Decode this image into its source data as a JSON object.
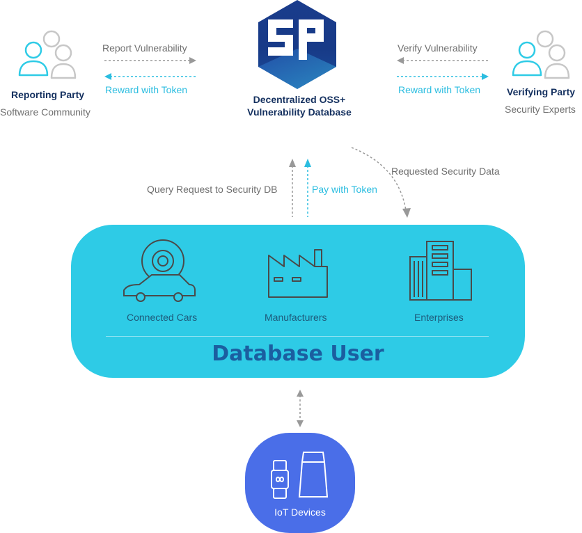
{
  "reporting": {
    "title": "Reporting Party",
    "subtitle": "Software Community",
    "arrow_top": "Report Vulnerability",
    "arrow_bottom": "Reward with Token"
  },
  "verifying": {
    "title": "Verifying Party",
    "subtitle": "Security Experts",
    "arrow_top": "Verify Vulnerability",
    "arrow_bottom": "Reward with Token"
  },
  "center": {
    "logo_name": "SP",
    "title_line1": "Decentralized OSS+",
    "title_line2": "Vulnerability Database"
  },
  "flows": {
    "query": "Query Request to Security DB",
    "pay": "Pay with Token",
    "requested": "Requested Security Data"
  },
  "database_user": {
    "title": "Database User",
    "items": [
      {
        "label": "Connected Cars",
        "icon": "connected-car-icon"
      },
      {
        "label": "Manufacturers",
        "icon": "factory-icon"
      },
      {
        "label": "Enterprises",
        "icon": "enterprise-building-icon"
      }
    ]
  },
  "iot": {
    "label": "IoT Devices",
    "icons": [
      "smartwatch-icon",
      "smart-speaker-icon"
    ]
  },
  "colors": {
    "cyan": "#2ecbe6",
    "blue": "#4a6ee8",
    "navy": "#14305f",
    "accent_text": "#2bbde0",
    "gray_text": "#6f6f6f"
  }
}
